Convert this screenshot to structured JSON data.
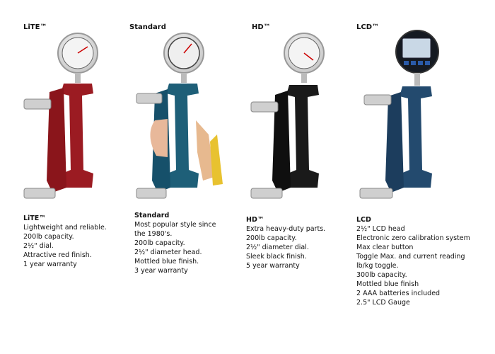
{
  "products": [
    {
      "header": "LiTE™",
      "title": "LiTE™",
      "lines": [
        "Lightweight and reliable.",
        "200lb capacity.",
        "2½\" dial.",
        "Attractive red finish.",
        "1 year warranty"
      ],
      "color": "#9b1b22"
    },
    {
      "header": "Standard",
      "title": "Standard",
      "lines": [
        "Most popular style since",
        "the 1980's.",
        "200lb capacity.",
        "2½\" diameter head.",
        "Mottled blue finish.",
        "3 year warranty"
      ],
      "color": "#1e5f78"
    },
    {
      "header": "HD™",
      "title": "HD™",
      "lines": [
        "Extra heavy-duty parts.",
        "200lb capacity.",
        "2½\" diameter dial.",
        "Sleek black finish.",
        "5 year warranty"
      ],
      "color": "#1a1a1a"
    },
    {
      "header": "LCD™",
      "title": "LCD",
      "lines": [
        "2½\" LCD head",
        "Electronic zero calibration system",
        "Max clear button",
        "Toggle Max. and current reading",
        "lb/kg toggle.",
        "300lb capacity.",
        "Mottled blue finish",
        "2 AAA batteries included",
        "2.5\" LCD Gauge"
      ],
      "color": "#234a6e"
    }
  ]
}
